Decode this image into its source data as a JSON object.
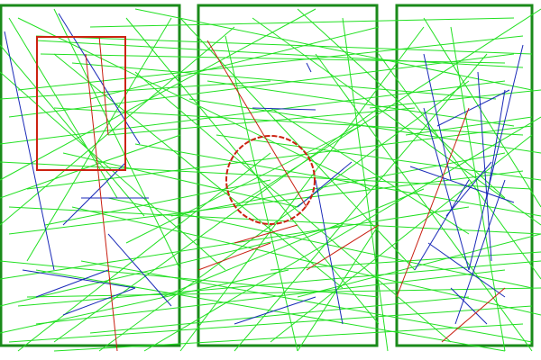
{
  "colors": {
    "background": "#ffffff",
    "panel_border": "#1a8a1a",
    "noise_line": "#22e022",
    "blue_line": "#1a2ab8",
    "red_line": "#c81e10",
    "red_shape": "#cc2211"
  },
  "panels": [
    "left-panel",
    "center-panel",
    "right-panel"
  ],
  "shapes": {
    "red_rectangle": "left-panel",
    "red_dashed_circle": "center-panel"
  }
}
